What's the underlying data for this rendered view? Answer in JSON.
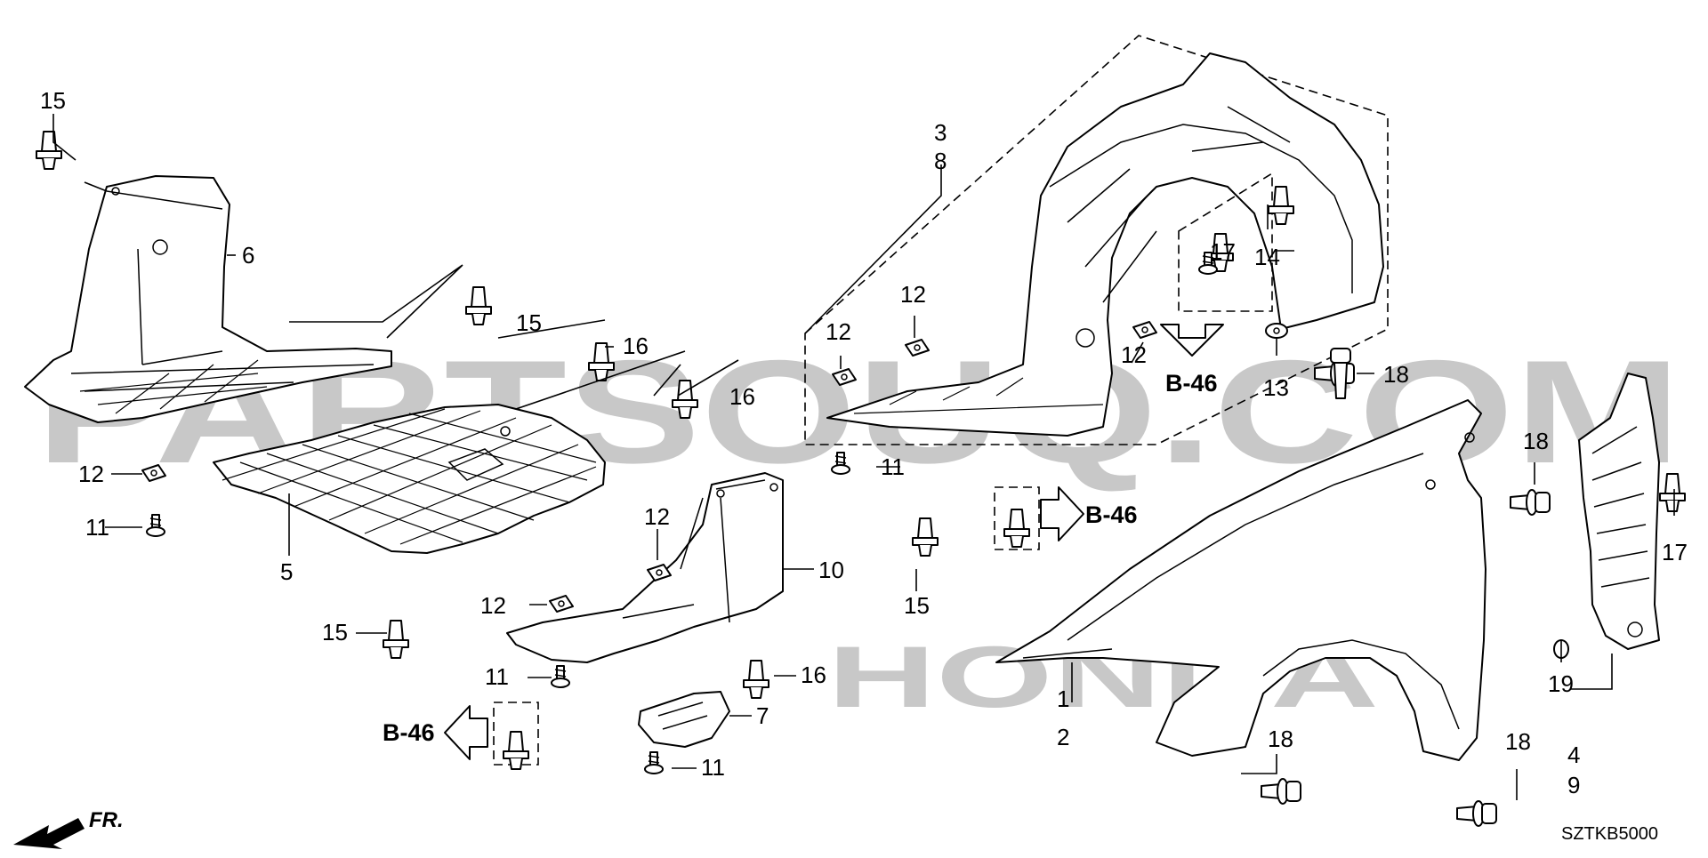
{
  "watermark": {
    "brand": "PARTSOUQ.COM",
    "oem": "HONDA"
  },
  "diagram_code": "SZTKB5000",
  "direction_label": "FR.",
  "callouts": {
    "c15a": "15",
    "c6": "6",
    "c15b": "15",
    "c16a": "16",
    "c16b": "16",
    "c12a": "12",
    "c11a": "11",
    "c5": "5",
    "c3": "3",
    "c8": "8",
    "c12b": "12",
    "c12c": "12",
    "c11b": "11",
    "c12d": "12",
    "c12e": "12",
    "c10": "10",
    "c15c": "15",
    "c15d": "15",
    "c11c": "11",
    "c16c": "16",
    "c7": "7",
    "c11d": "11",
    "c17a": "17",
    "c14": "14",
    "c12f": "12",
    "c13": "13",
    "c18a": "18",
    "c18b": "18",
    "c17b": "17",
    "c1": "1",
    "c2": "2",
    "c18c": "18",
    "c18d": "18",
    "c19": "19",
    "c4": "4",
    "c9": "9"
  },
  "references": {
    "r1": "B-46",
    "r2": "B-46",
    "r3": "B-46"
  }
}
